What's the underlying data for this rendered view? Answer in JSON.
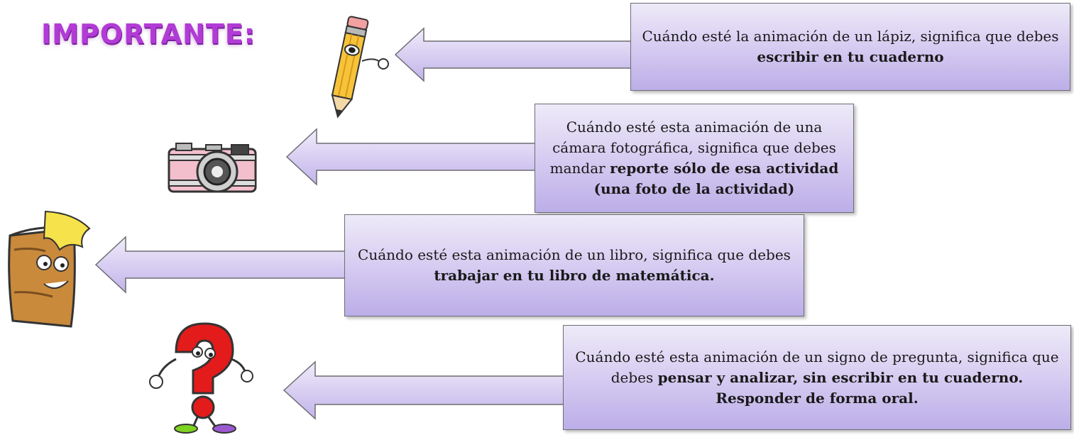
{
  "title": "IMPORTANTE:",
  "items": [
    {
      "icon": "pencil-icon",
      "text_before": "Cuándo esté la animación de un lápiz, significa que debes ",
      "text_bold": "escribir en tu cuaderno",
      "text_after": ""
    },
    {
      "icon": "camera-icon",
      "text_before": "Cuándo esté esta animación de una cámara fotográfica, significa que debes mandar ",
      "text_bold": "reporte sólo de esa actividad (una foto de la actividad)",
      "text_after": ""
    },
    {
      "icon": "book-icon",
      "text_before": "Cuándo esté esta animación de un libro, significa que debes ",
      "text_bold": "trabajar en tu libro de matemática.",
      "text_after": ""
    },
    {
      "icon": "question-mark-icon",
      "text_before": "Cuándo esté esta animación de un signo de pregunta, significa que debes ",
      "text_bold": "pensar y analizar, sin escribir en tu cuaderno. Responder de forma oral.",
      "text_after": ""
    }
  ],
  "colors": {
    "title": "#b23bd6",
    "box_top": "#eeeaf8",
    "box_bottom": "#bcaee8",
    "arrow_fill": "#d7cdf1"
  }
}
